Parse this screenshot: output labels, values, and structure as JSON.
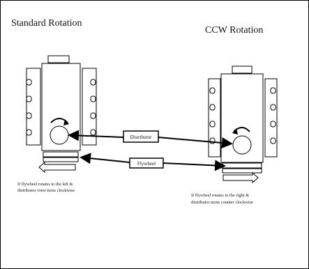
{
  "diagram": {
    "title_left": "Standard Rotation",
    "title_right": "CCW Rotation",
    "label_distributor": "Distributor",
    "label_flywheel": "Flywheel",
    "note_left": [
      "If flywheel rotates to the left &",
      "distributor rotor turns clockwise"
    ],
    "note_right": [
      "If flywheel rotates to the right &",
      "distributor turns counter clockwise"
    ]
  }
}
